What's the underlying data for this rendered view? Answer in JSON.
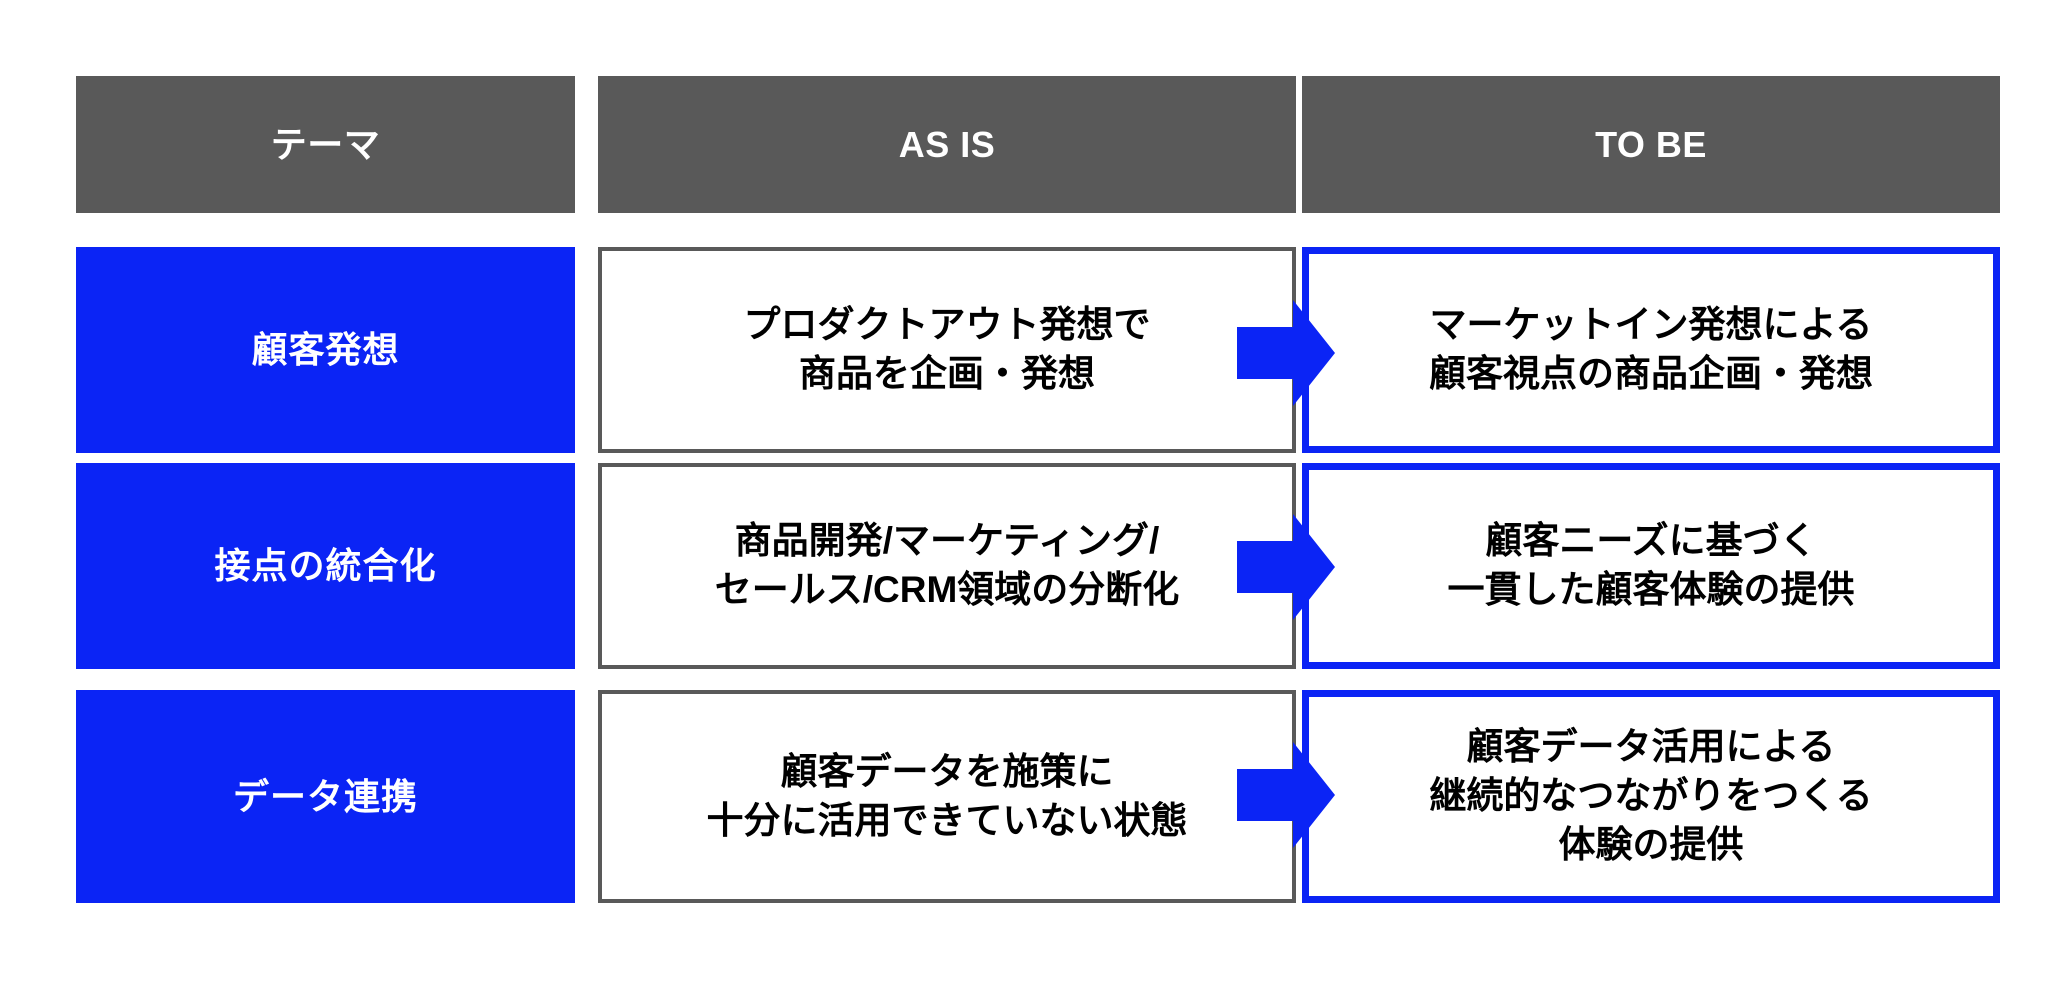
{
  "colors": {
    "header_bg": "#595959",
    "theme_bg": "#0B24F5",
    "accent_blue": "#0B24F5",
    "asis_border": "#595959",
    "tobe_border": "#0B24F5",
    "text_light": "#FFFFFF",
    "text_dark": "#000000",
    "page_bg": "#FFFFFF"
  },
  "headers": {
    "theme": "テーマ",
    "as_is": "AS IS",
    "to_be": "TO BE"
  },
  "rows": [
    {
      "theme": "顧客発想",
      "as_is_lines": [
        "プロダクトアウト発想で",
        "商品を企画・発想"
      ],
      "to_be_lines": [
        "マーケットイン発想による",
        "顧客視点の商品企画・発想"
      ],
      "arrow": "right-arrow-icon"
    },
    {
      "theme": "接点の統合化",
      "as_is_lines": [
        "商品開発/マーケティング/",
        "セールス/CRM領域の分断化"
      ],
      "to_be_lines": [
        "顧客ニーズに基づく",
        "一貫した顧客体験の提供"
      ],
      "arrow": "right-arrow-icon"
    },
    {
      "theme": "データ連携",
      "as_is_lines": [
        "顧客データを施策に",
        "十分に活用できていない状態"
      ],
      "to_be_lines": [
        "顧客データ活用による",
        "継続的なつながりをつくる",
        "体験の提供"
      ],
      "arrow": "right-arrow-icon"
    }
  ]
}
